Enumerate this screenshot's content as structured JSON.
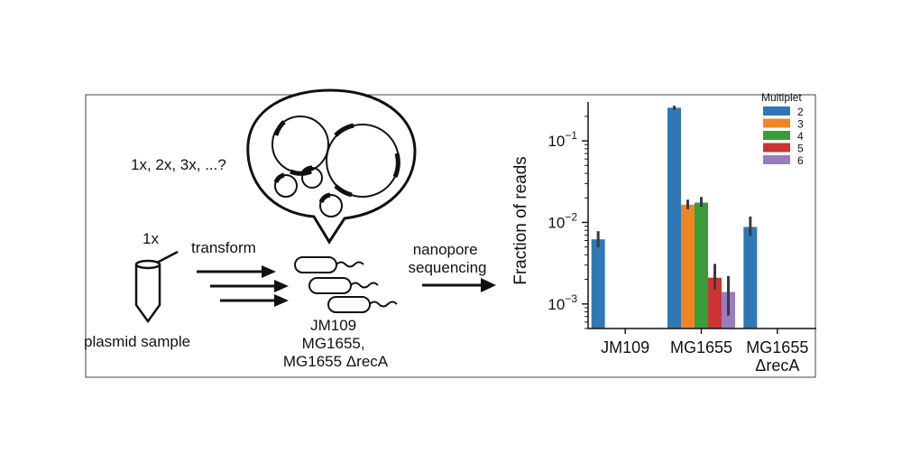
{
  "schematic": {
    "question_label": "1x, 2x, 3x, ...?",
    "tube_label": "1x",
    "sample_label": "plasmid sample",
    "transform_label": "transform",
    "strains_lines": [
      "JM109",
      "MG1655,",
      "MG1655 ΔrecA"
    ],
    "sequencing_lines": [
      "nanopore",
      "sequencing"
    ]
  },
  "chart_data": {
    "type": "bar",
    "categories": [
      [
        "JM109"
      ],
      [
        "MG1655"
      ],
      [
        "MG1655",
        "ΔrecA"
      ]
    ],
    "ylabel": "Fraction of reads",
    "xlabel": "",
    "title": "",
    "yscale": "log",
    "ylim": [
      0.0005,
      0.3
    ],
    "yticks": [
      0.001,
      0.01,
      0.1
    ],
    "ytick_labels": [
      [
        "10",
        "−3"
      ],
      [
        "10",
        "−2"
      ],
      [
        "10",
        "−1"
      ]
    ],
    "grid": false,
    "legend": {
      "title": "Multiplet",
      "placement": "top-right"
    },
    "series": [
      {
        "name": "2",
        "color": "#2f78b5",
        "values": [
          0.0062,
          0.255,
          0.0088
        ],
        "err_low": [
          0.005,
          0.24,
          0.0068
        ],
        "err_high": [
          0.0078,
          0.27,
          0.0118
        ]
      },
      {
        "name": "3",
        "color": "#ef8626",
        "values": [
          null,
          0.0165,
          null
        ],
        "err_low": [
          null,
          0.0145,
          null
        ],
        "err_high": [
          null,
          0.019,
          null
        ]
      },
      {
        "name": "4",
        "color": "#3a9d3a",
        "values": [
          null,
          0.0175,
          null
        ],
        "err_low": [
          null,
          0.0155,
          null
        ],
        "err_high": [
          null,
          0.0205,
          null
        ]
      },
      {
        "name": "5",
        "color": "#cd3334",
        "values": [
          null,
          0.0021,
          null
        ],
        "err_low": [
          null,
          0.0015,
          null
        ],
        "err_high": [
          null,
          0.0031,
          null
        ]
      },
      {
        "name": "6",
        "color": "#9a7bbd",
        "values": [
          null,
          0.0014,
          null
        ],
        "err_low": [
          null,
          0.00072,
          null
        ],
        "err_high": [
          null,
          0.0022,
          null
        ]
      }
    ]
  }
}
